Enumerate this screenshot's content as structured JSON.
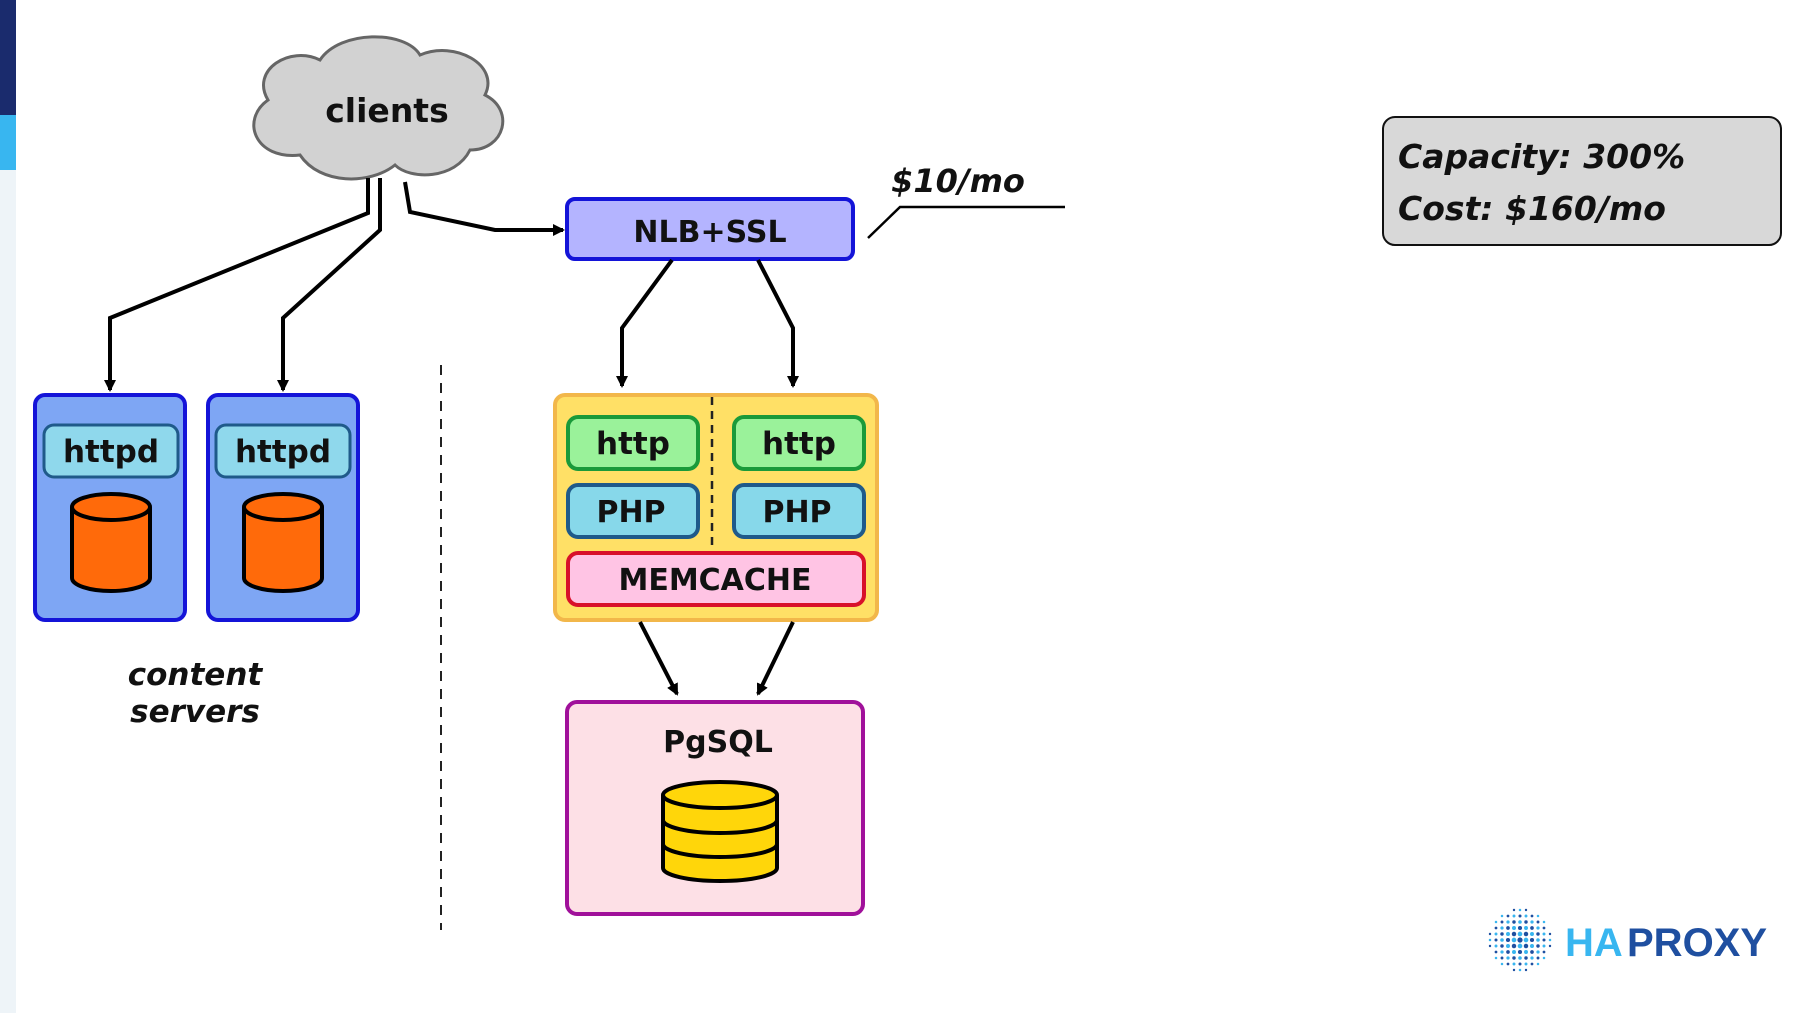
{
  "diagram": {
    "clients": "clients",
    "nlb": "NLB+SSL",
    "nlb_cost": "$10/mo",
    "httpd_left": "httpd",
    "httpd_right": "httpd",
    "content_servers_line1": "content",
    "content_servers_line2": "servers",
    "http_left": "http",
    "http_right": "http",
    "php_left": "PHP",
    "php_right": "PHP",
    "memcache": "MEMCACHE",
    "pgsql": "PgSQL"
  },
  "summary": {
    "capacity": "Capacity: 300%",
    "cost": "Cost: $160/mo"
  },
  "brand": {
    "logo_text_ha": "HA",
    "logo_text_proxy": "PROXY"
  },
  "colors": {
    "accent_dark": "#1a2b6d",
    "accent_light": "#38b6f0",
    "server_fill": "#7ea6f4",
    "server_border": "#1414d8",
    "httpd_fill": "#8fd8ec",
    "cylinder": "#ff6a0a",
    "nlb_fill": "#b4b4ff",
    "cluster_fill": "#ffe066",
    "cluster_border": "#f2b74a",
    "http_fill": "#9af29a",
    "http_border": "#1a9a3a",
    "php_fill": "#87d8ea",
    "memcache_fill": "#ffc4e4",
    "memcache_border": "#d8102a",
    "pgsql_fill": "#fde0e6",
    "pgsql_border": "#a0109a",
    "db_yellow": "#ffd60a",
    "summary_fill": "#d8d8d8",
    "logo_blue": "#1f4fa0"
  }
}
